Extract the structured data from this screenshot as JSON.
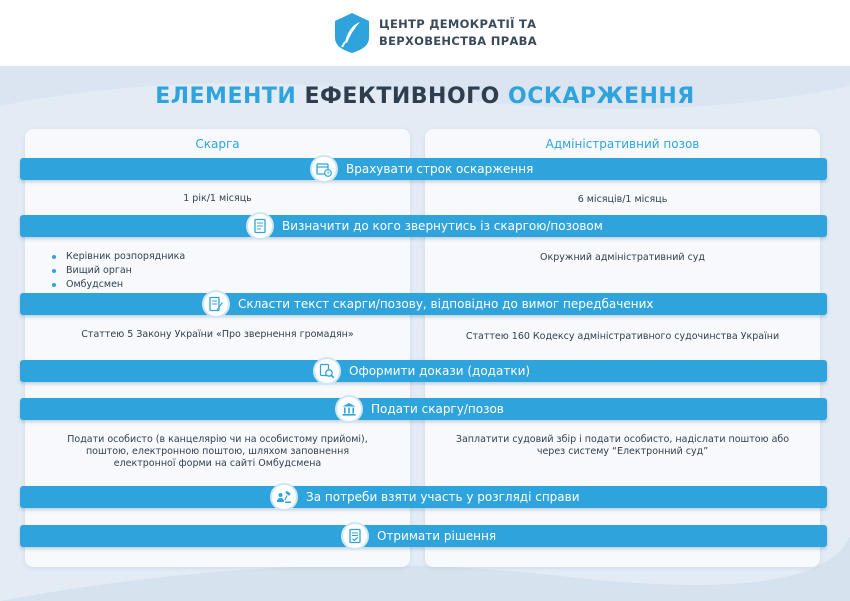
{
  "brand": {
    "name_line1": "ЦЕНТР ДЕМОКРАТІЇ ТА",
    "name_line2": "ВЕРХОВЕНСТВА ПРАВА",
    "logo_icon": "feather-shield-icon"
  },
  "title": {
    "part1": "ЕЛЕМЕНТИ",
    "part2": "ЕФЕКТИВНОГО",
    "part3": "ОСКАРЖЕННЯ"
  },
  "columns": {
    "left_header": "Скарга",
    "right_header": "Адміністративний позов"
  },
  "steps": [
    {
      "label": "Врахувати строк оскарження",
      "icon": "calendar-clock-icon"
    },
    {
      "label": "Визначити до кого звернутись із скаргою/позовом",
      "icon": "document-list-icon"
    },
    {
      "label": "Скласти текст скарги/позову,  відповідно до вимог передбачених",
      "icon": "document-pen-icon"
    },
    {
      "label": "Оформити докази (додатки)",
      "icon": "magnifier-document-icon"
    },
    {
      "label": "Подати скаргу/позов",
      "icon": "court-building-icon"
    },
    {
      "label": "За потреби взяти участь у розгляді справи",
      "icon": "gavel-people-icon"
    },
    {
      "label": "Отримати рішення",
      "icon": "decision-document-icon"
    }
  ],
  "left": {
    "term": "1 рік/1 місяць",
    "whom": [
      "Керівник розпорядника",
      "Вищий орган",
      "Омбудсмен"
    ],
    "text_law": "Статтею 5 Закону України «Про звернення громадян»",
    "submit_line1": "Подати особисто (в канцелярію чи на особистому прийомі),",
    "submit_line2": "поштою, електронною поштою, шляхом заповнення",
    "submit_line3": "електронної форми на сайті Омбудсмена"
  },
  "right": {
    "term": "6 місяців/1 місяць",
    "whom": "Окружний адміністративний суд",
    "text_law": "Статтею 160 Кодексу адміністративного судочинства України",
    "submit_line1": "Заплатити судовий збір і подати особисто, надіслати поштою або",
    "submit_line2": "через систему “Електронний суд”"
  },
  "colors": {
    "accent": "#2fa4dc",
    "dark": "#2f3e4f",
    "background": "#e3ebf5"
  }
}
